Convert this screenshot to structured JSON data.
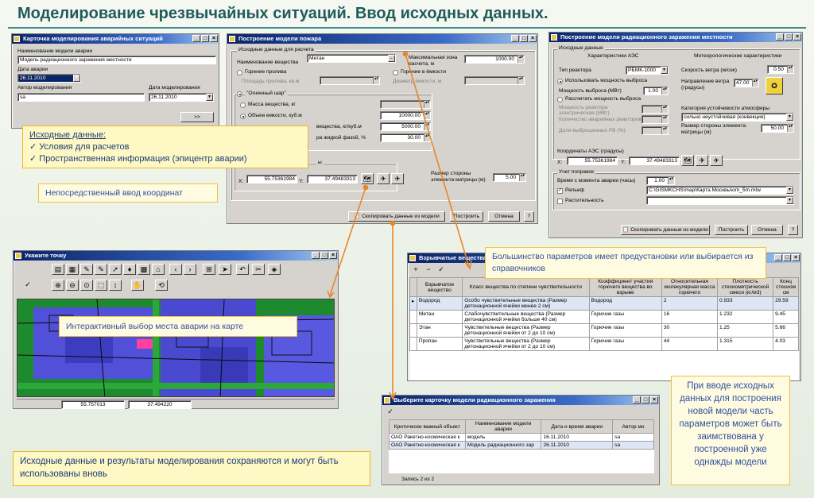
{
  "slide": {
    "title": "Моделирование чрезвычайных ситуаций. Ввод исходных данных."
  },
  "win1": {
    "title": "Карточка моделирования аварийных ситуаций",
    "name_label": "Наименование модели аварии",
    "name_value": "Модель радиационного заражения местности",
    "date_label": "Дата аварии",
    "date_value": "26.11.2010",
    "author_label": "Автор моделирования",
    "author_value": "sa",
    "mdate_label": "Дата моделирования",
    "mdate_value": "26.11.2010",
    "next_btn": ">>"
  },
  "win2": {
    "title": "Построение модели пожара",
    "group_label": "Исходные данные для расчета",
    "substance_label": "Наименование вещества",
    "substance_value": "Метан",
    "zone_label": "Максимальная зона расчета, м",
    "zone_value": "1000.00",
    "spill_burn": "Горение пролива",
    "tank_burn": "Горение в ёмкости",
    "spill_area": "Площадь пролива, кв.м",
    "tank_diam": "Диаметр ёмкости, м",
    "fireball": "\"Огненный шар\"",
    "mass": "Масса вещества, кг",
    "volume": "Объем емкости, куб.м",
    "volume_value": "10000.00",
    "density": "вещества, кг/куб.м",
    "density_value": "5000.00",
    "fraction": "ра жидкой фазой, %",
    "fraction_value": "30.00",
    "coords_group": "ы",
    "x_label": "X:",
    "x_value": "55.75361984",
    "y_label": "Y:",
    "y_value": "37.49483313",
    "cell_label": "Размер стороны элемента матрицы (м)",
    "cell_value": "5.00",
    "copy_btn": "Скопировать данные из модели",
    "build_btn": "Построить",
    "cancel_btn": "Отмена",
    "help_btn": "?"
  },
  "win3": {
    "title": "Построение модели радиационного заражения местности",
    "group": "Исходные данные",
    "aes_label": "Характеристики АЭС",
    "met_label": "Метеорологические характеристики",
    "reactor_label": "Тип реактора",
    "reactor_value": "РБМК-1000",
    "use_power": "Использовать мощность выброса",
    "power_label": "Мощность выброса (МВт)",
    "power_value": "1.00",
    "calc_power": "Рассчитать мощность выброса",
    "reactor_power": "Мощность реактора электрическая (МВт)",
    "reactors_count": "Количество аварийных реакторов",
    "rs_share": "Доля выброшенных РВ (%)",
    "wind_speed": "Скорость ветра (м/сек)",
    "wind_value": "0.50",
    "wind_dir": "Направление ветра (градусы)",
    "wind_dir_value": "47.00",
    "stability": "Категория устойчивости атмосферы",
    "stability_value": "сильно неустойчивая (конвекция)",
    "cell_label": "Размер стороны элемента матрицы (м)",
    "cell_value": "50.00",
    "aes_coords": "Координаты АЭС (градусы)",
    "x_label": "X:",
    "x_value": "55.75361984",
    "y_label": "Y:",
    "y_value": "37.49483313",
    "corrections": "Учет поправок",
    "time_label": "Время с момента аварии (часы)",
    "time_value": "1.00",
    "relief": "Рельеф",
    "relief_path": "C:\\GISMKCHS\\map\\Карта Москвы\\om_5m.mtw",
    "plants": "Растительность",
    "copy_btn": "Скопировать данные из модели",
    "build_btn": "Построить",
    "cancel_btn": "Отмена",
    "help_btn": "?"
  },
  "win4": {
    "title": "Укажите точку",
    "coord_x": "55.757013",
    "coord_y": "37.494220"
  },
  "win5": {
    "title": "Взрывчатые вещества",
    "columns": [
      "Взрывчатое вещество",
      "Класс вещества по степени чувствительности",
      "Коэффициент участия горючего вещества во взрыве",
      "Относительная молекулярная масса горючего",
      "Плотность стехиометрической смеси (кг/м3)",
      "Конц стехиом см"
    ],
    "rows": [
      [
        "Водород",
        "Особо чувствительные вещества (Размер детонационной ячейки менее 2 см)",
        "Водород",
        "2",
        "0.933",
        "29.59"
      ],
      [
        "Метан",
        "Слабочувствительные вещества (Размер детонационной ячейки больше 40 см)",
        "Горючие газы",
        "16",
        "1.232",
        "9.45"
      ],
      [
        "Этан",
        "Чувствительные вещества (Размер детонационной ячейки от 2 до 10 см)",
        "Горючие газы",
        "30",
        "1.25",
        "5.66"
      ],
      [
        "Пропан",
        "Чувствительные вещества (Размер детонационной ячейки от 2 до 10 см)",
        "Горючие газы",
        "44",
        "1.315",
        "4.03"
      ]
    ]
  },
  "win6": {
    "title": "Выберите карточку модели радиационного заражения",
    "columns": [
      "Критически важный объект",
      "Наименование модели аварии",
      "Дата и время аварии",
      "Автор мо"
    ],
    "rows": [
      [
        "ОАО Ракетно-космическая к",
        "модель",
        "16.11.2010",
        "sa"
      ],
      [
        "ОАО Ракетно-космическая к",
        "Модель радиационного зар",
        "26.11.2010",
        "sa"
      ]
    ],
    "status": "Запись 2 из 2"
  },
  "callouts": {
    "inputs_title": "Исходные данные:",
    "inputs_1": "Условия для расчетов",
    "inputs_2": "Пространственная информация (эпицентр аварии)",
    "direct": "Непосредственный ввод координат",
    "interactive": "Интерактивный выбор места аварии на карте",
    "presets": "Большинство параметров имеет предустановки или выбирается из справочников",
    "saved": "Исходные данные и результаты моделирования сохраняются и могут быть использованы вновь",
    "borrow": "При вводе исходных данных для построения новой модели часть параметров может быть заимствована у построенной уже однажды модели"
  },
  "colors": {
    "title": "#1f5c5c",
    "callout_text": "#1e3c78",
    "arrow": "#e8862a",
    "titlebar": "#0a246a"
  }
}
